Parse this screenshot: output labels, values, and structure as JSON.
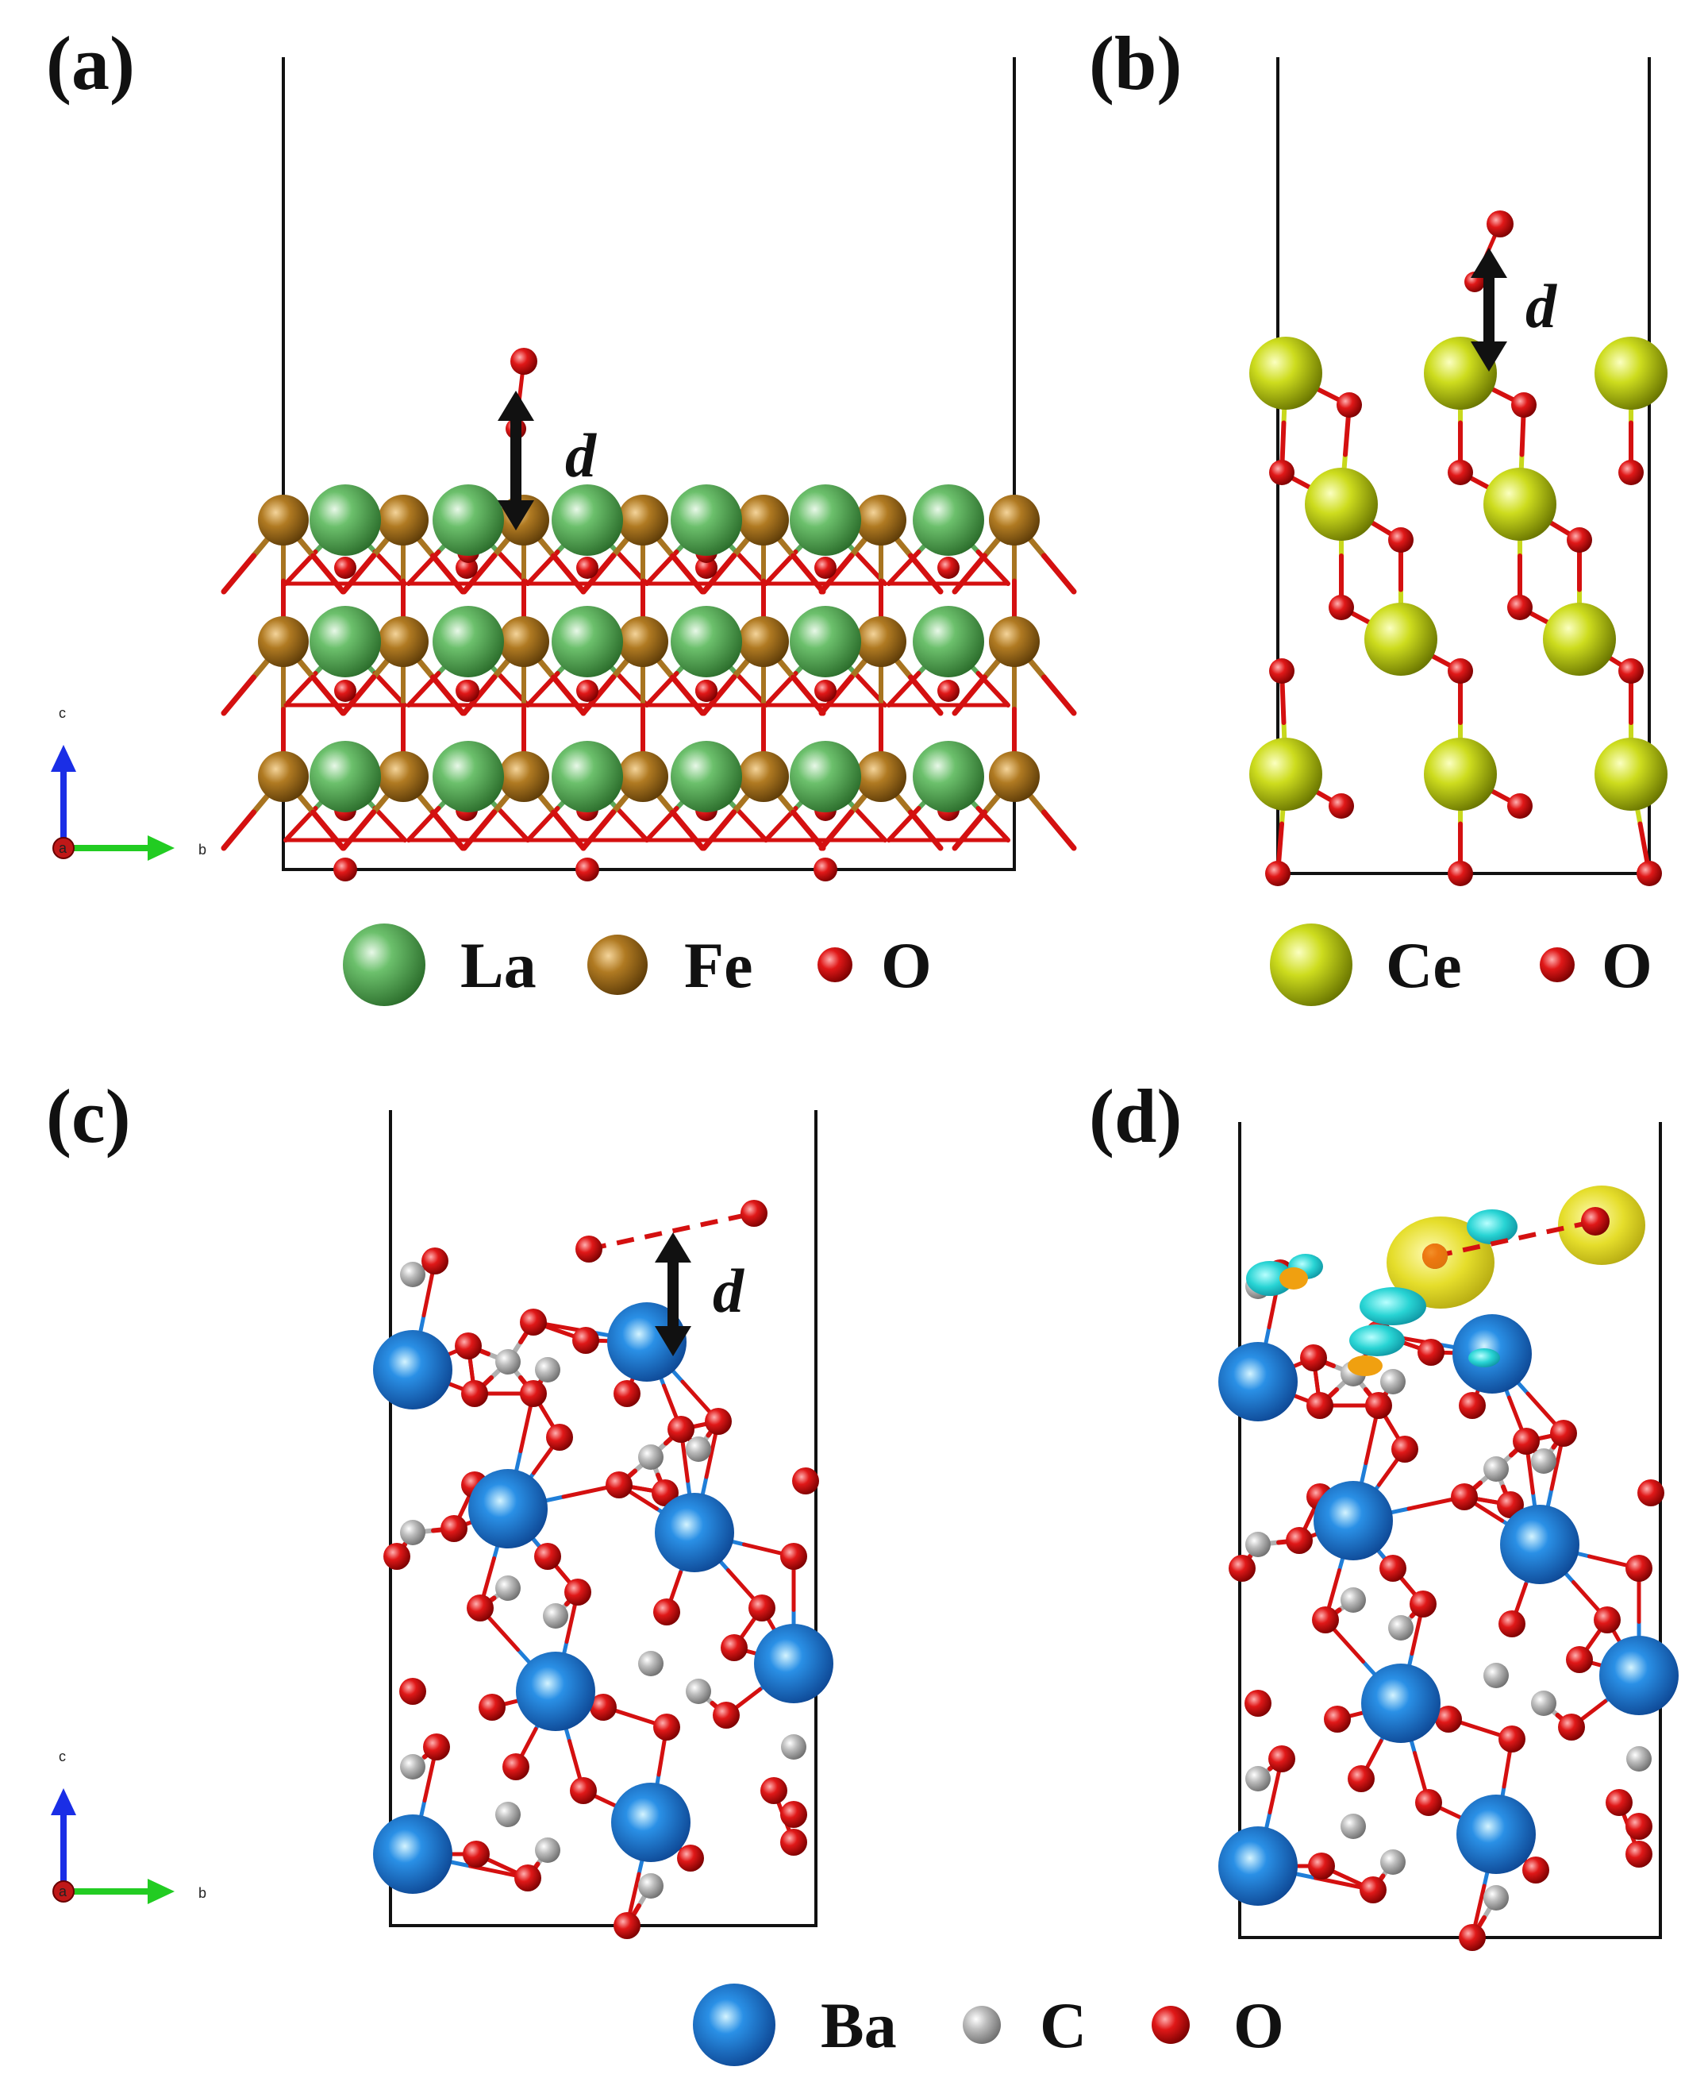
{
  "panels": [
    {
      "id": "a",
      "label": "(a)",
      "distance_label": "d"
    },
    {
      "id": "b",
      "label": "(b)",
      "distance_label": "d"
    },
    {
      "id": "c",
      "label": "(c)",
      "distance_label": "d"
    },
    {
      "id": "d",
      "label": "(d)"
    }
  ],
  "legends": {
    "a": [
      {
        "element": "La",
        "color": "#5aa85a"
      },
      {
        "element": "Fe",
        "color": "#a87420"
      },
      {
        "element": "O",
        "color": "#d41010"
      }
    ],
    "b": [
      {
        "element": "Ce",
        "color": "#c8d81c"
      },
      {
        "element": "O",
        "color": "#d41010"
      }
    ],
    "cd": [
      {
        "element": "Ba",
        "color": "#1f7ed8"
      },
      {
        "element": "C",
        "color": "#b0b0b0"
      },
      {
        "element": "O",
        "color": "#d41010"
      }
    ]
  },
  "axes_triad": {
    "vertical": "c",
    "horizontal": "b",
    "center": "a"
  },
  "colors": {
    "La": "#5aa85a",
    "Fe": "#a87420",
    "O": "#d41010",
    "Ce": "#c8d81c",
    "Ba": "#1f7ed8",
    "C": "#b0b0b0",
    "cdd_positive": "#e6e020",
    "cdd_negative": "#28d4d4"
  }
}
